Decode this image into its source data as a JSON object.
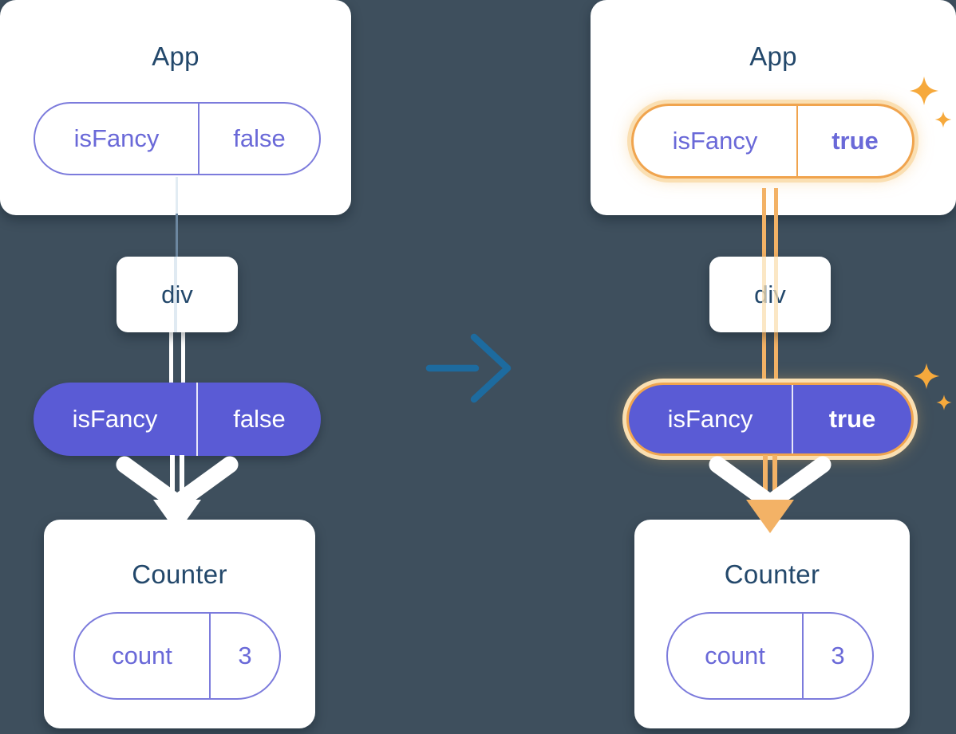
{
  "colors": {
    "background": "#3E4F5D",
    "card": "#FFFFFF",
    "heading": "#23486B",
    "purple": "#6A69D8",
    "purple-border": "#7C7BDC",
    "purple-fill": "#5A5BD5",
    "orange": "#F0A44E",
    "orange-glow": "#FADFB2",
    "orange-line": "#F3B266",
    "sparkle": "#F6A93C",
    "arrow-blue": "#1D6B9F"
  },
  "icons": {
    "transition_arrow": "→",
    "props_flow_arrow": "⌄",
    "sparkles": "✦"
  },
  "before": {
    "app": {
      "title": "App",
      "prop": {
        "name": "isFancy",
        "value": "false"
      }
    },
    "div_label": "div",
    "passed_prop": {
      "name": "isFancy",
      "value": "false"
    },
    "counter": {
      "title": "Counter",
      "state": {
        "name": "count",
        "value": "3"
      }
    }
  },
  "after": {
    "app": {
      "title": "App",
      "prop": {
        "name": "isFancy",
        "value": "true"
      }
    },
    "div_label": "div",
    "passed_prop": {
      "name": "isFancy",
      "value": "true"
    },
    "counter": {
      "title": "Counter",
      "state": {
        "name": "count",
        "value": "3"
      }
    }
  }
}
